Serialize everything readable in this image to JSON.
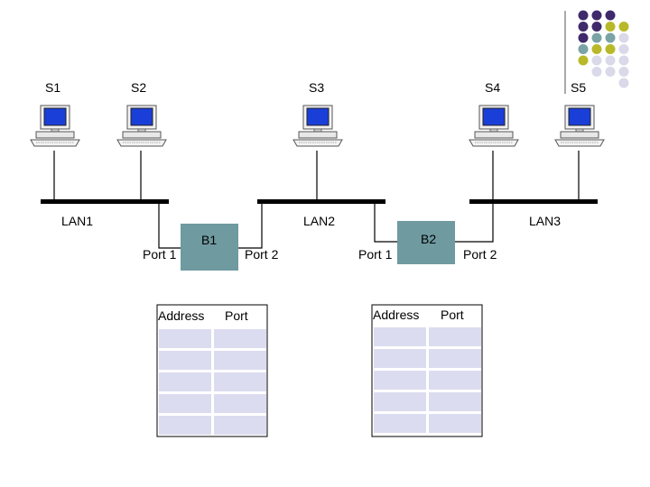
{
  "stations": [
    {
      "id": "s1",
      "label": "S1"
    },
    {
      "id": "s2",
      "label": "S2"
    },
    {
      "id": "s3",
      "label": "S3"
    },
    {
      "id": "s4",
      "label": "S4"
    },
    {
      "id": "s5",
      "label": "S5"
    }
  ],
  "lans": [
    {
      "id": "lan1",
      "label": "LAN1"
    },
    {
      "id": "lan2",
      "label": "LAN2"
    },
    {
      "id": "lan3",
      "label": "LAN3"
    }
  ],
  "bridges": [
    {
      "id": "b1",
      "label": "B1",
      "port1_label": "Port 1",
      "port2_label": "Port 2",
      "table": {
        "headers": [
          "Address",
          "Port"
        ],
        "rows": [
          [
            "",
            ""
          ],
          [
            "",
            ""
          ],
          [
            "",
            ""
          ],
          [
            "",
            ""
          ],
          [
            "",
            ""
          ]
        ]
      }
    },
    {
      "id": "b2",
      "label": "B2",
      "port1_label": "Port 1",
      "port2_label": "Port 2",
      "table": {
        "headers": [
          "Address",
          "Port"
        ],
        "rows": [
          [
            "",
            ""
          ],
          [
            "",
            ""
          ],
          [
            "",
            ""
          ],
          [
            "",
            ""
          ],
          [
            "",
            ""
          ]
        ]
      }
    }
  ],
  "colors": {
    "bridge_box": "#6e9aa0",
    "table_fill": "#dcdcf0",
    "bus": "#000000",
    "monitor_screen": "#1a3fd8",
    "dot_purple": "#3f2a6b",
    "dot_teal": "#7aa3a6",
    "dot_olive": "#b8b828",
    "dot_lavender": "#d9d9ea"
  },
  "icons": {
    "station": "computer-workstation-icon",
    "decoration": "dot-grid-decoration"
  }
}
